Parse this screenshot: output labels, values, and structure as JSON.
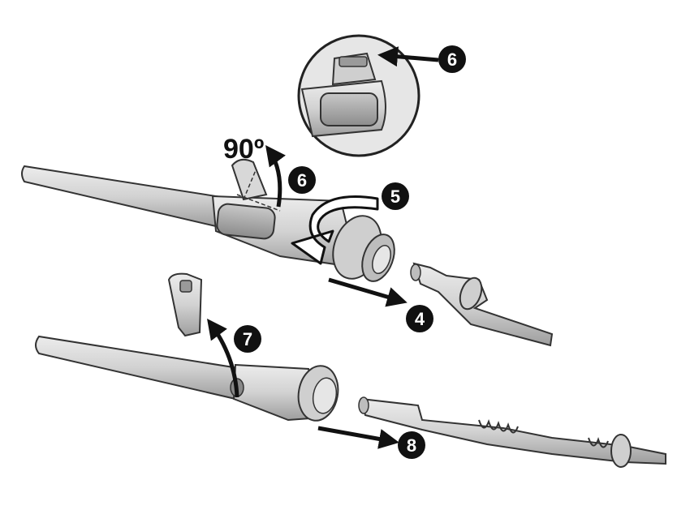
{
  "angle_label": "90º",
  "step_labels": {
    "detail_lever": "6",
    "lever_rotate": "6",
    "twist": "5",
    "pull_cartridge": "4",
    "remove_lever": "7",
    "pull_inner": "8"
  },
  "colors": {
    "part_fill": "#d6d6d6",
    "part_shadow": "#a9a9a9",
    "outline": "#3a3a3a",
    "arrow": "#111111",
    "badge": "#111111"
  }
}
